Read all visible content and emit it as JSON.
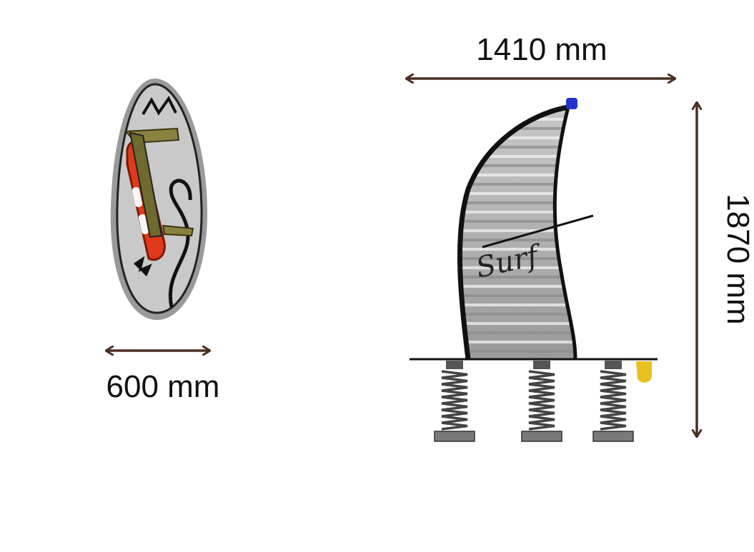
{
  "dimensions": {
    "width_top_view": "600 mm",
    "width_side_view": "1410 mm",
    "height_side_view": "1870 mm"
  },
  "product": {
    "brand_label": "Surf"
  },
  "colors": {
    "arrow": "#4a2f22",
    "body_gray": "#b9b9b9",
    "outline": "#111111",
    "seat_red": "#e03a1a",
    "handle_olive": "#8a8240",
    "cap_blue": "#2233cc",
    "tag_yellow": "#e8c020"
  }
}
